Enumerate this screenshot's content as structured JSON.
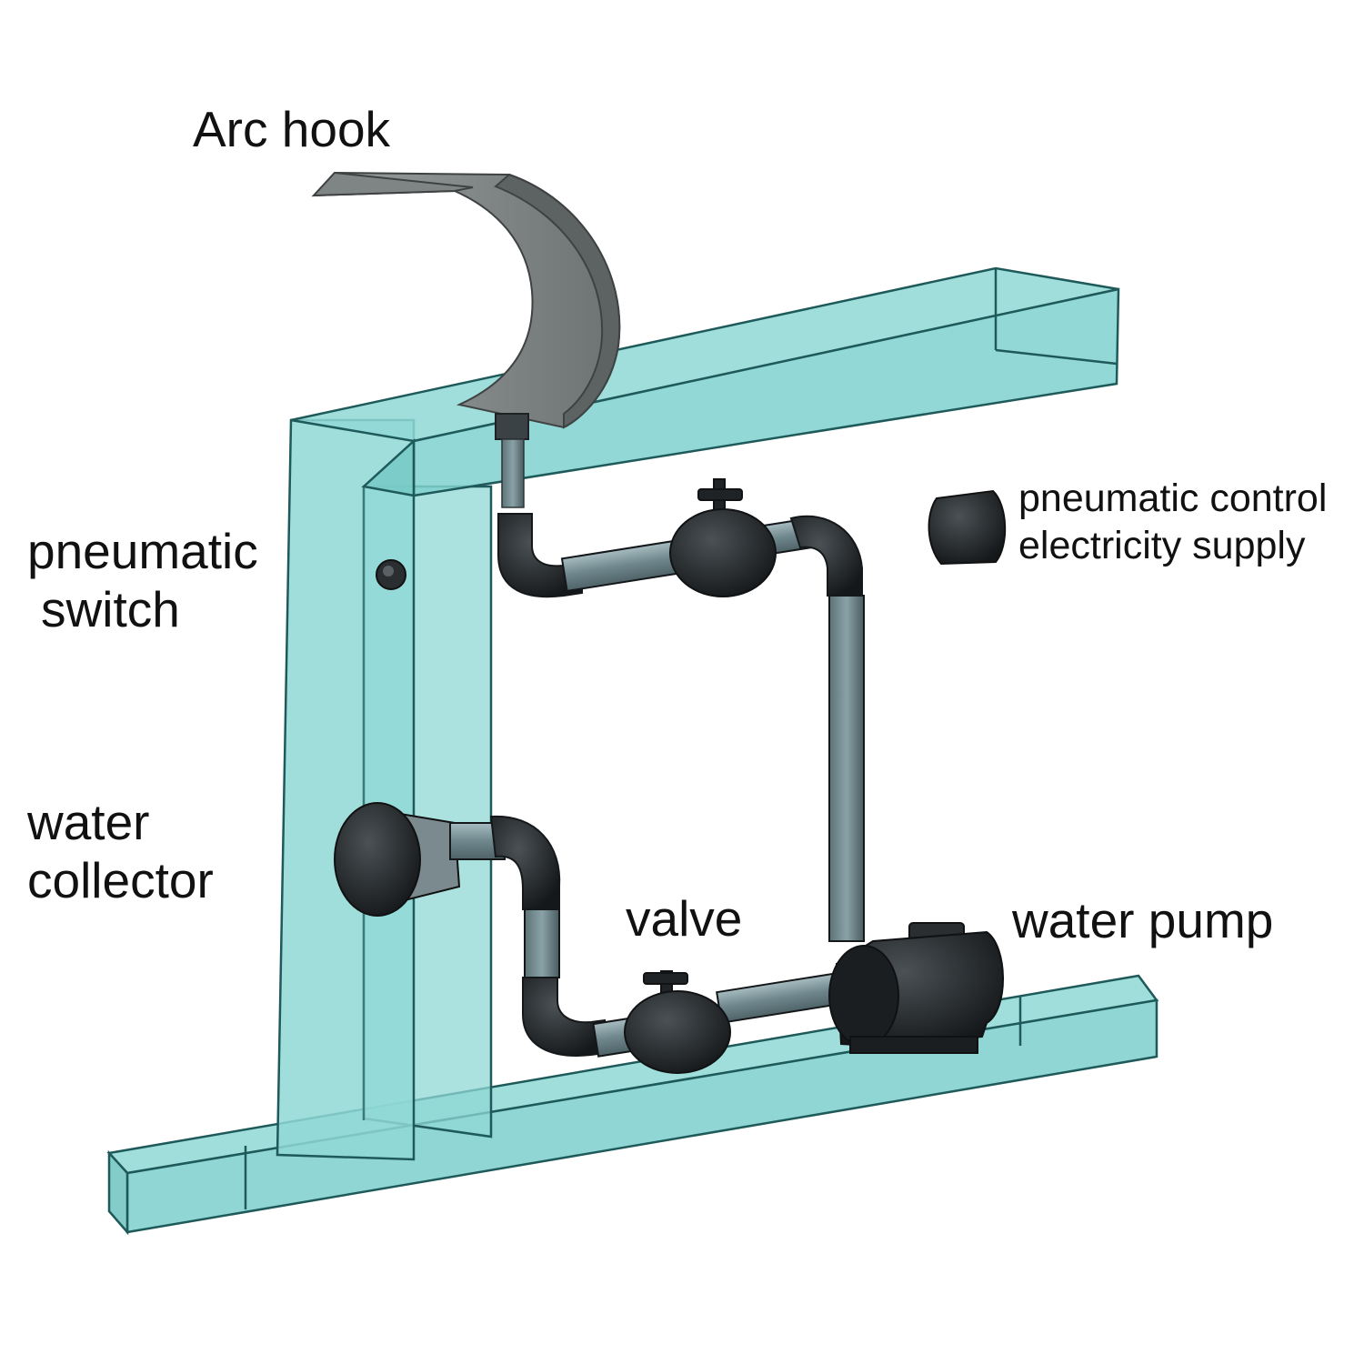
{
  "labels": {
    "arc_hook": "Arc hook",
    "pneumatic_switch": [
      "pneumatic",
      "switch"
    ],
    "water_collector": [
      "water",
      "collector"
    ],
    "valve": "valve",
    "water_pump": "water pump",
    "pneumatic_control": [
      "pneumatic control",
      "electricity supply"
    ]
  },
  "colors": {
    "tank_fill": "#8fd8d6",
    "tank_edge": "#1f5a5a",
    "arc_metal": "#8a8e8e",
    "pipe_dark": "#2a2e31",
    "pipe_light": "#7e969c",
    "text": "#111111"
  }
}
